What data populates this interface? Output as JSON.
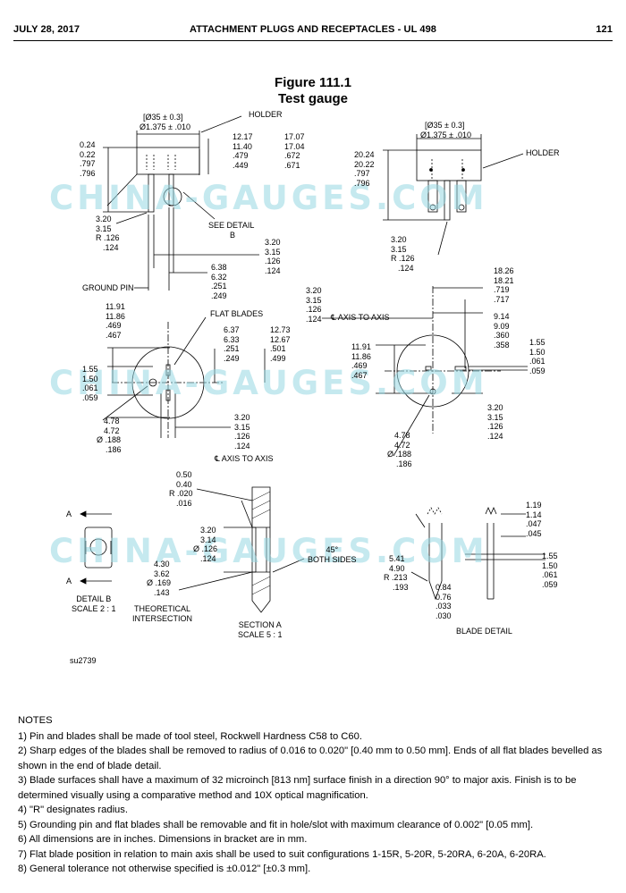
{
  "header": {
    "date": "JULY 28, 2017",
    "title": "ATTACHMENT PLUGS AND RECEPTACLES - UL 498",
    "page": "121"
  },
  "figure": {
    "number": "Figure 111.1",
    "caption": "Test gauge",
    "code": "su2739"
  },
  "watermark": "CHINA-GAUGES.COM",
  "labels": {
    "holder": "HOLDER",
    "see_detail": "SEE DETAIL",
    "detail_letter": "B",
    "ground_pin": "GROUND PIN",
    "flat_blades": "FLAT BLADES",
    "axis_to_axis": "AXIS TO AXIS",
    "cl": "℄",
    "detail_b": "DETAIL B",
    "scale_2_1": "SCALE 2 : 1",
    "theoretical": "THEORETICAL",
    "intersection": "INTERSECTION",
    "section_a": "SECTION A",
    "scale_5_1": "SCALE 5 : 1",
    "angle_45": "45°",
    "both_sides": "BOTH SIDES",
    "blade_detail": "BLADE DETAIL",
    "section_mark": "A",
    "radius": "R",
    "diameter": "Ø"
  },
  "dims": {
    "holder_dia_mm": "[Ø35 ± 0.3]",
    "holder_dia_in": "Ø1.375 ± .010",
    "d_024": [
      "0.24",
      "0.22",
      ".797",
      ".796"
    ],
    "d_1217": [
      "12.17",
      "11.40",
      ".479",
      ".449"
    ],
    "d_1707": [
      "17.07",
      "17.04",
      ".672",
      ".671"
    ],
    "d_320": [
      "3.20",
      "3.15",
      ".126",
      ".124"
    ],
    "d_638": [
      "6.38",
      "6.32",
      ".251",
      ".249"
    ],
    "d_2024": [
      "20.24",
      "20.22",
      ".797",
      ".796"
    ],
    "d_1826": [
      "18.26",
      "18.21",
      ".719",
      ".717"
    ],
    "d_914": [
      "9.14",
      "9.09",
      ".360",
      ".358"
    ],
    "d_1191": [
      "11.91",
      "11.86",
      ".469",
      ".467"
    ],
    "d_637": [
      "6.37",
      "6.33",
      ".251",
      ".249"
    ],
    "d_1273": [
      "12.73",
      "12.67",
      ".501",
      ".499"
    ],
    "d_155": [
      "1.55",
      "1.50",
      ".061",
      ".059"
    ],
    "d_478": [
      "4.78",
      "4.72",
      ".188",
      ".186"
    ],
    "d_050": [
      "0.50",
      "0.40",
      ".020",
      ".016"
    ],
    "d_314": [
      "3.20",
      "3.14",
      ".126",
      ".124"
    ],
    "d_430": [
      "4.30",
      "3.62",
      ".169",
      ".143"
    ],
    "d_541": [
      "5.41",
      "4.90",
      ".213",
      ".193"
    ],
    "d_084": [
      "0.84",
      "0.76",
      ".033",
      ".030"
    ],
    "d_119": [
      "1.19",
      "1.14",
      ".047",
      ".045"
    ]
  },
  "notes": {
    "heading": "NOTES",
    "items": [
      "1) Pin and blades shall be made of tool steel, Rockwell Hardness C58 to C60.",
      "2) Sharp edges of the blades shall be removed to radius of 0.016 to 0.020\" [0.40 mm to 0.50 mm]. Ends of all flat blades bevelled as shown in the end of blade detail.",
      "3) Blade surfaces shall have a maximum of 32 microinch [813 nm] surface finish in a direction 90° to major axis. Finish is to be determined visually using a comparative method and 10X optical magnification.",
      "4) \"R\" designates radius.",
      "5) Grounding pin and flat blades shall be removable and fit in hole/slot with maximum clearance of 0.002\" [0.05 mm].",
      "6) All dimensions are in inches. Dimensions in bracket are in mm.",
      "7) Flat blade position in relation to main axis shall be used to suit configurations 1-15R, 5-20R, 5-20RA, 6-20A, 6-20RA.",
      "8) General tolerance not otherwise specified is ±0.012\" [±0.3 mm]."
    ]
  }
}
